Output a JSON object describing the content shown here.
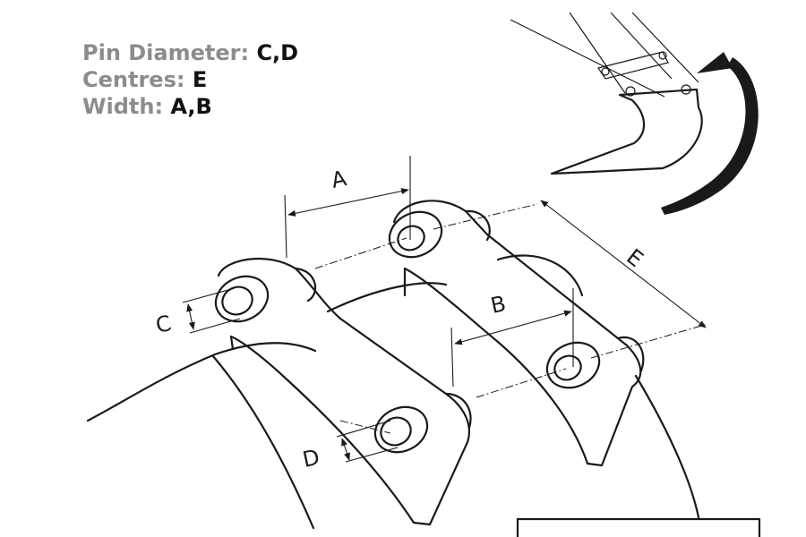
{
  "legend": {
    "pin_label": "Pin Diameter:",
    "pin_value": "C,D",
    "centres_label": "Centres:",
    "centres_value": "E",
    "width_label": "Width:",
    "width_value": "A,B"
  },
  "dimensions": {
    "a": "A",
    "b": "B",
    "c": "C",
    "d": "D",
    "e": "E"
  },
  "colors": {
    "legend_label": "#8c8c8c",
    "legend_value": "#111111",
    "line": "#1a1a1a"
  }
}
